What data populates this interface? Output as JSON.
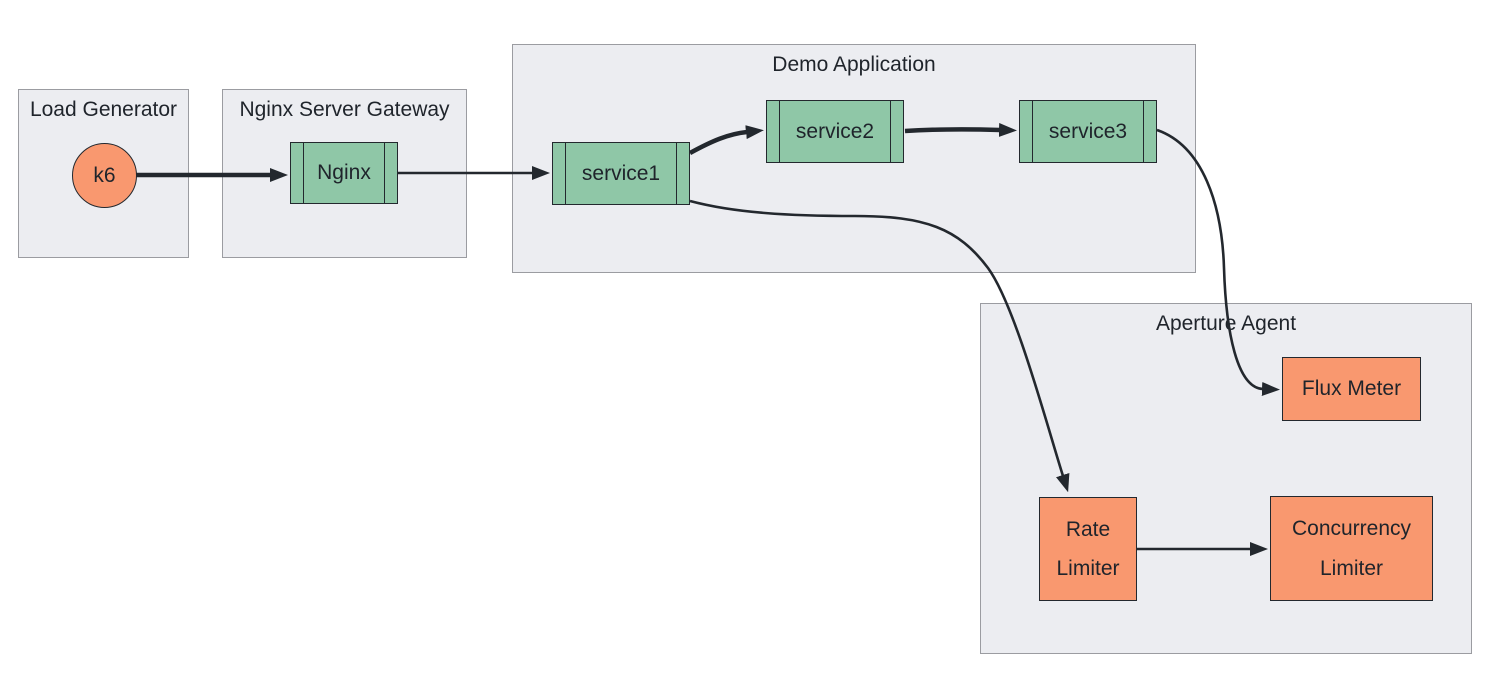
{
  "diagram": {
    "type": "architecture-flowchart",
    "colors": {
      "background": "#ffffff",
      "group_fill": "#ecedf1",
      "group_border": "#9b9ca1",
      "service_fill": "#8fc7a7",
      "agent_fill": "#f9986f",
      "line_stroke": "#23282e",
      "text": "#1f242b"
    },
    "groups": [
      {
        "id": "load-generator",
        "title": "Load Generator"
      },
      {
        "id": "nginx-server-gateway",
        "title": "Nginx Server Gateway"
      },
      {
        "id": "demo-application",
        "title": "Demo Application"
      },
      {
        "id": "aperture-agent",
        "title": "Aperture Agent"
      }
    ],
    "nodes": [
      {
        "id": "k6",
        "label": "k6",
        "shape": "circle",
        "group": "load-generator"
      },
      {
        "id": "nginx",
        "label": "Nginx",
        "shape": "subroutine",
        "group": "nginx-server-gateway"
      },
      {
        "id": "service1",
        "label": "service1",
        "shape": "subroutine",
        "group": "demo-application"
      },
      {
        "id": "service2",
        "label": "service2",
        "shape": "subroutine",
        "group": "demo-application"
      },
      {
        "id": "service3",
        "label": "service3",
        "shape": "subroutine",
        "group": "demo-application"
      },
      {
        "id": "flux-meter",
        "label": "Flux Meter",
        "shape": "rect",
        "group": "aperture-agent"
      },
      {
        "id": "rate-limiter",
        "label": "Rate Limiter",
        "lines": [
          "Rate",
          "Limiter"
        ],
        "shape": "rect",
        "group": "aperture-agent"
      },
      {
        "id": "concurrency-limiter",
        "label": "Concurrency Limiter",
        "lines": [
          "Concurrency",
          "Limiter"
        ],
        "shape": "rect",
        "group": "aperture-agent"
      }
    ],
    "edges": [
      {
        "from": "k6",
        "to": "nginx",
        "weight": "thick"
      },
      {
        "from": "nginx",
        "to": "service1",
        "weight": "normal"
      },
      {
        "from": "service1",
        "to": "service2",
        "weight": "thick"
      },
      {
        "from": "service2",
        "to": "service3",
        "weight": "thick"
      },
      {
        "from": "service3",
        "to": "flux-meter",
        "weight": "normal"
      },
      {
        "from": "service1",
        "to": "rate-limiter",
        "weight": "normal"
      },
      {
        "from": "rate-limiter",
        "to": "concurrency-limiter",
        "weight": "normal"
      }
    ]
  }
}
